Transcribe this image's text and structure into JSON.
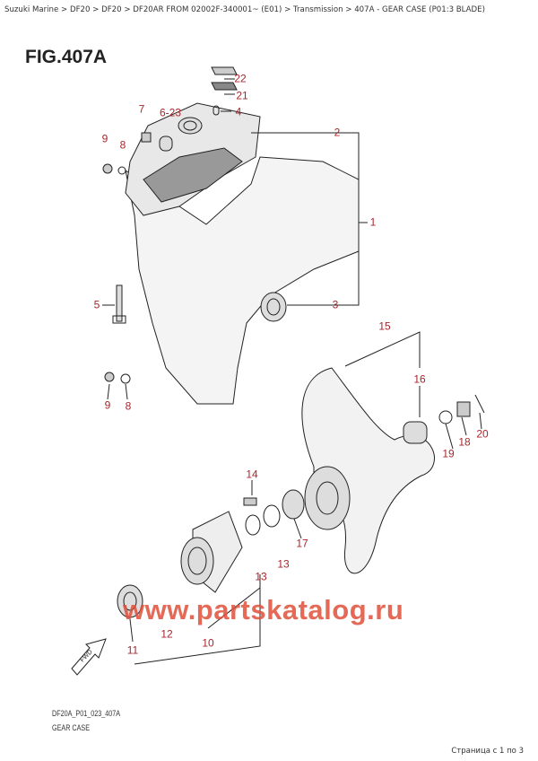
{
  "breadcrumb": "Suzuki Marine > DF20 > DF20 > DF20AR FROM 02002F-340001~ (E01) > Transmission > 407A - GEAR CASE (P01:3 BLADE)",
  "figure_title": "FIG.407A",
  "callouts": [
    "22",
    "21",
    "4",
    "7",
    "6-23",
    "2",
    "9",
    "8",
    "1",
    "5",
    "3",
    "15",
    "16",
    "9",
    "8",
    "20",
    "18",
    "19",
    "14",
    "17",
    "13",
    "13",
    "12",
    "11",
    "10"
  ],
  "watermark": "www.partskatalog.ru",
  "direction_mark": "FWD",
  "drawing_code": "DF20A_P01_023_407A",
  "caption": "GEAR CASE",
  "pagination": "Страница с 1 по 3",
  "colors": {
    "callout": "#a8262c",
    "watermark": "#e0503a"
  }
}
